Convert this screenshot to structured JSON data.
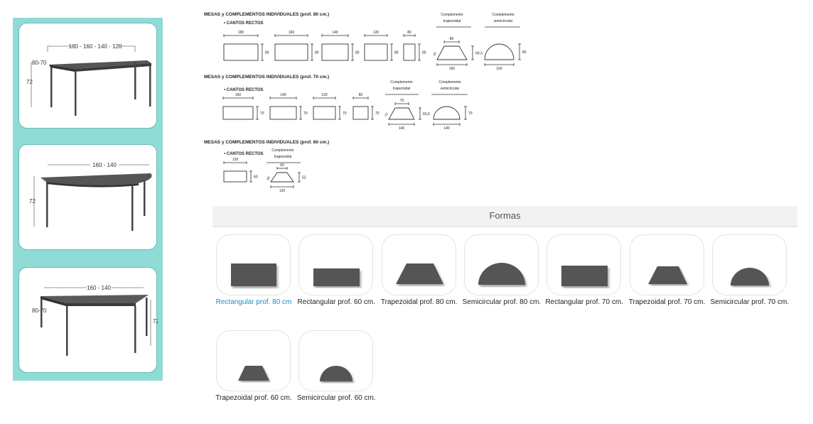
{
  "illustrations": [
    {
      "width_label": "180 - 160 - 140 - 120",
      "depth_label": "80-70",
      "height_label": "72"
    },
    {
      "width_label": "160 - 140",
      "height_label": "72"
    },
    {
      "width_label": "160 - 140",
      "depth_label": "80-70",
      "height_label": "72"
    }
  ],
  "sections": [
    {
      "title": "MESAS y COMPLEMENTOS INDIVIDUALES (prof. 80 cm.)",
      "subtitle": "• CANTOS RECTOS",
      "rects": [
        {
          "w": "180",
          "h": "80"
        },
        {
          "w": "160",
          "h": "80"
        },
        {
          "w": "140",
          "h": "80"
        },
        {
          "w": "120",
          "h": "80"
        },
        {
          "w": "80",
          "h": "80"
        }
      ],
      "trapezoid": {
        "header1": "Complemento",
        "header2": "trapezoidal",
        "top": "80",
        "bottom": "160",
        "side": "40",
        "height": "69,3"
      },
      "semicircle": {
        "header1": "Complemento",
        "header2": "semicircular",
        "bottom": "160",
        "height": "80"
      }
    },
    {
      "title": "MESAS y COMPLEMENTOS INDIVIDUALES (prof. 70 cm.)",
      "subtitle": "• CANTOS RECTOS",
      "rects": [
        {
          "w": "160",
          "h": "70"
        },
        {
          "w": "140",
          "h": "70"
        },
        {
          "w": "120",
          "h": "70"
        },
        {
          "w": "80",
          "h": "70"
        }
      ],
      "trapezoid": {
        "header1": "Complemento",
        "header2": "trapezoidal",
        "top": "70",
        "bottom": "140",
        "side": "70",
        "height": "60,6"
      },
      "semicircle": {
        "header1": "Complemento",
        "header2": "semicircular",
        "bottom": "140",
        "height": "70"
      }
    },
    {
      "title": "MESAS y COMPLEMENTOS INDIVIDUALES (prof. 60 cm.)",
      "subtitle": "• CANTOS RECTOS",
      "rects": [
        {
          "w": "120",
          "h": "60"
        }
      ],
      "trapezoid": {
        "header1": "Complemento",
        "header2": "trapezoidal",
        "top": "60",
        "bottom": "120",
        "side": "60",
        "height": "52"
      }
    }
  ],
  "formas": {
    "title": "Formas",
    "items": [
      {
        "label": "Rectangular prof. 80 cm",
        "shape": "rect80",
        "active": true
      },
      {
        "label": "Rectangular prof. 60 cm.",
        "shape": "rect60"
      },
      {
        "label": "Trapezoidal prof. 80 cm.",
        "shape": "trap80"
      },
      {
        "label": "Semicircular prof. 80 cm.",
        "shape": "semi80"
      },
      {
        "label": "Rectangular prof. 70 cm.",
        "shape": "rect70"
      },
      {
        "label": "Trapezoidal prof. 70 cm.",
        "shape": "trap70"
      },
      {
        "label": "Semicircular prof. 70 cm.",
        "shape": "semi70"
      },
      {
        "label": "Trapezoidal prof. 60 cm.",
        "shape": "trap60"
      },
      {
        "label": "Semicircular prof. 60 cm.",
        "shape": "semi60"
      }
    ],
    "active_color": "#1a8fc4",
    "shape_color": "#555555"
  },
  "panel_color": "#8fdcd6"
}
